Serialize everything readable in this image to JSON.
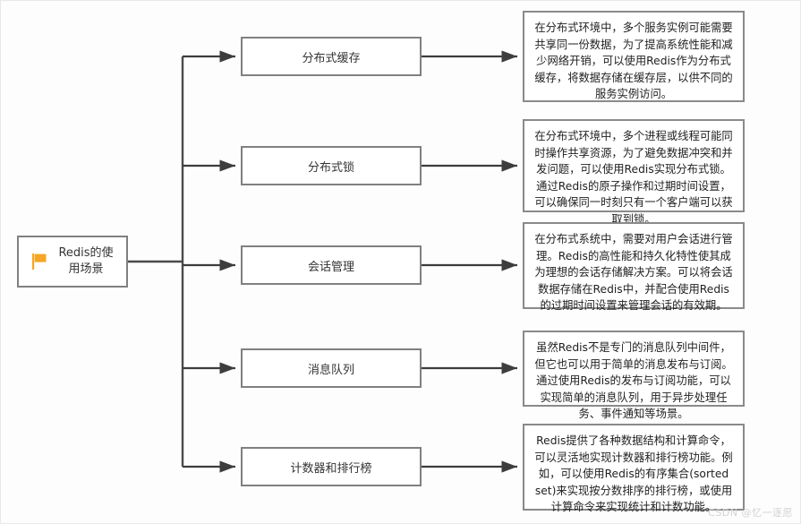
{
  "diagram": {
    "title": "Redis的使用场景",
    "root": {
      "label": "Redis的使用场景",
      "icon": "flag-icon",
      "icon_color": "#F5A623",
      "border_color": "#808080",
      "fill_color": "#FFFFFF"
    },
    "edge_color": "#3d3d3d",
    "branches": [
      {
        "topic": "分布式缓存",
        "description": "在分布式环境中，多个服务实例可能需要共享同一份数据，为了提高系统性能和减少网络开销，可以使用Redis作为分布式缓存，将数据存储在缓存层，以供不同的服务实例访问。"
      },
      {
        "topic": "分布式锁",
        "description": "在分布式环境中，多个进程或线程可能同时操作共享资源，为了避免数据冲突和并发问题，可以使用Redis实现分布式锁。通过Redis的原子操作和过期时间设置，可以确保同一时刻只有一个客户端可以获取到锁。"
      },
      {
        "topic": "会话管理",
        "description": "在分布式系统中，需要对用户会话进行管理。Redis的高性能和持久化特性使其成为理想的会话存储解决方案。可以将会话数据存储在Redis中，并配合使用Redis的过期时间设置来管理会话的有效期。"
      },
      {
        "topic": "消息队列",
        "description": "虽然Redis不是专门的消息队列中间件，但它也可以用于简单的消息发布与订阅。通过使用Redis的发布与订阅功能，可以实现简单的消息队列，用于异步处理任务、事件通知等场景。"
      },
      {
        "topic": "计数器和排行榜",
        "description": "Redis提供了各种数据结构和计算命令，可以灵活地实现计数器和排行榜功能。例如，可以使用Redis的有序集合(sorted set)来实现按分数排序的排行榜，或使用计算命令来实现统计和计数功能。"
      }
    ],
    "watermark": "CSDN @忆一逐愿"
  }
}
